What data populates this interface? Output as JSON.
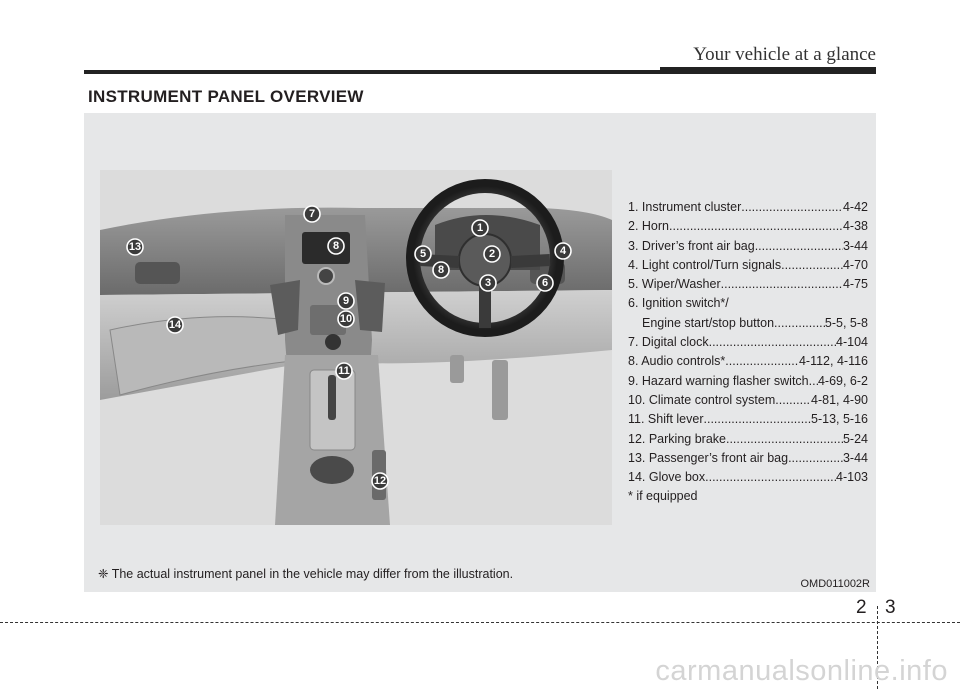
{
  "header": {
    "title": "Your vehicle at a glance"
  },
  "section_title": "INSTRUMENT PANEL OVERVIEW",
  "legend": [
    {
      "label": "1. Instrument cluster",
      "page": "4-42"
    },
    {
      "label": "2. Horn ",
      "page": "4-38"
    },
    {
      "label": "3. Driver’s front air bag ",
      "page": "3-44"
    },
    {
      "label": "4. Light control/Turn signals ",
      "page": "4-70"
    },
    {
      "label": "5. Wiper/Washer",
      "page": "4-75"
    },
    {
      "label": "6. Ignition switch*/",
      "page": ""
    },
    {
      "label": "Engine start/stop button",
      "page": "5-5, 5-8"
    },
    {
      "label": "7. Digital clock ",
      "page": "4-104"
    },
    {
      "label": "8. Audio controls* ",
      "page": "4-112, 4-116"
    },
    {
      "label": "9. Hazard warning flasher switch",
      "page": "4-69, 6-2"
    },
    {
      "label": "10. Climate control system ",
      "page": "4-81, 4-90"
    },
    {
      "label": "11. Shift lever ",
      "page": "5-13, 5-16"
    },
    {
      "label": "12. Parking brake ",
      "page": "5-24"
    },
    {
      "label": "13. Passenger’s front air bag ",
      "page": "3-44"
    },
    {
      "label": "14. Glove box ",
      "page": "4-103"
    }
  ],
  "legend_footnote": "* if equipped",
  "callouts": [
    "1",
    "2",
    "3",
    "4",
    "5",
    "6",
    "7",
    "8",
    "8",
    "9",
    "10",
    "11",
    "12",
    "13",
    "14"
  ],
  "note": "❈ The actual instrument panel in the vehicle may differ from the illustration.",
  "illustration_code": "OMD011002R",
  "page_number": {
    "chapter": "2",
    "page": "3"
  },
  "watermark": "carmanualsonline.info"
}
